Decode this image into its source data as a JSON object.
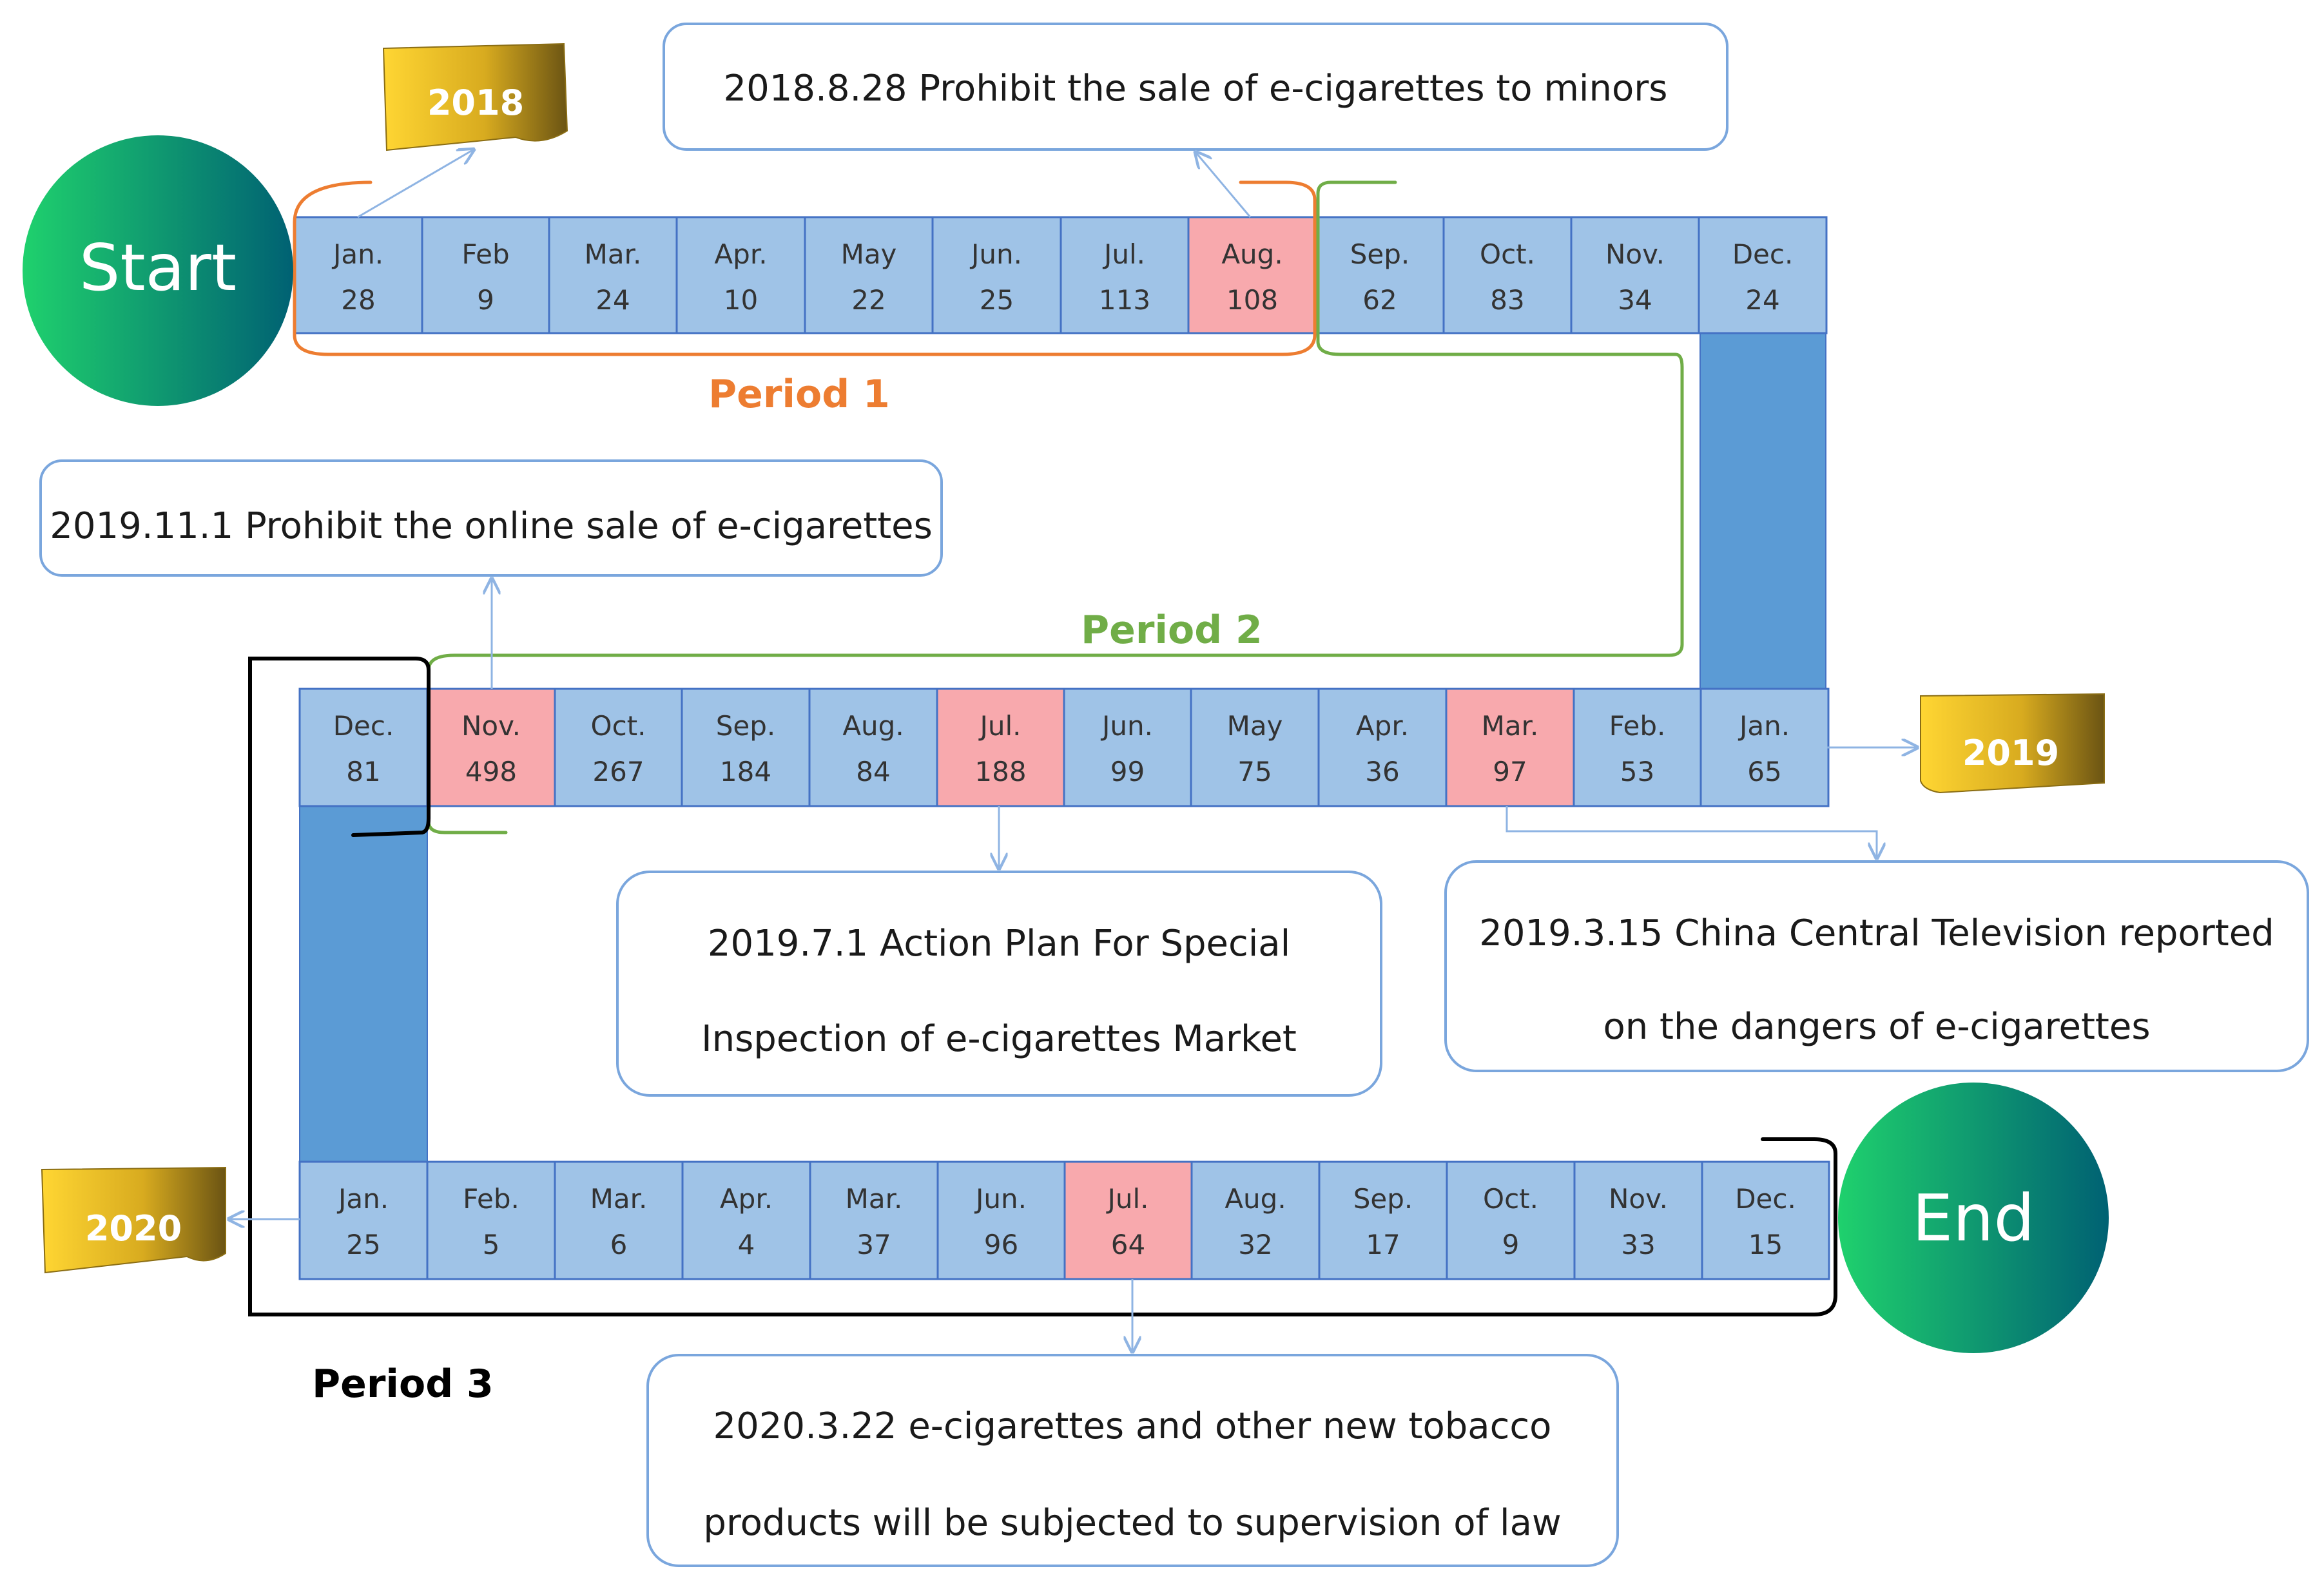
{
  "start_label": "Start",
  "end_label": "End",
  "years": {
    "y2018": "2018",
    "y2019": "2019",
    "y2020": "2020"
  },
  "periods": {
    "p1": "Period 1",
    "p2": "Period 2",
    "p3": "Period 3"
  },
  "colors": {
    "cell": "#9fc3e7",
    "cell_highlight": "#f8a9ad",
    "cell_border": "#4472c4",
    "connector": "#5b9bd5",
    "period1": "#ed7d31",
    "period2": "#70ad47",
    "period3": "#000000",
    "note_border": "#7aa6dd",
    "arrow": "#8fb4e3"
  },
  "notes": {
    "n2018": [
      "2018.8.28 Prohibit the sale of e-cigarettes to minors"
    ],
    "n2019_11": [
      "2019.11.1 Prohibit the online sale of e-cigarettes"
    ],
    "n2019_7": [
      "2019.7.1 Action Plan For Special",
      "Inspection of e-cigarettes Market"
    ],
    "n2019_3": [
      "2019.3.15 China Central Television reported",
      "on the dangers of e-cigarettes"
    ],
    "n2020": [
      "2020.3.22 e-cigarettes and other new tobacco",
      "products will be subjected to supervision of law"
    ]
  },
  "rows": [
    {
      "id": "row2018",
      "cells": [
        {
          "month": "Jan.",
          "value": "28"
        },
        {
          "month": "Feb",
          "value": "9"
        },
        {
          "month": "Mar.",
          "value": "24"
        },
        {
          "month": "Apr.",
          "value": "10"
        },
        {
          "month": "May",
          "value": "22"
        },
        {
          "month": "Jun.",
          "value": "25"
        },
        {
          "month": "Jul.",
          "value": "113"
        },
        {
          "month": "Aug.",
          "value": "108",
          "highlight": true
        },
        {
          "month": "Sep.",
          "value": "62"
        },
        {
          "month": "Oct.",
          "value": "83"
        },
        {
          "month": "Nov.",
          "value": "34"
        },
        {
          "month": "Dec.",
          "value": "24"
        }
      ]
    },
    {
      "id": "row2019",
      "cells": [
        {
          "month": "Dec.",
          "value": "81"
        },
        {
          "month": "Nov.",
          "value": "498",
          "highlight": true
        },
        {
          "month": "Oct.",
          "value": "267"
        },
        {
          "month": "Sep.",
          "value": "184"
        },
        {
          "month": "Aug.",
          "value": "84"
        },
        {
          "month": "Jul.",
          "value": "188",
          "highlight": true
        },
        {
          "month": "Jun.",
          "value": "99"
        },
        {
          "month": "May",
          "value": "75"
        },
        {
          "month": "Apr.",
          "value": "36"
        },
        {
          "month": "Mar.",
          "value": "97",
          "highlight": true
        },
        {
          "month": "Feb.",
          "value": "53"
        },
        {
          "month": "Jan.",
          "value": "65"
        }
      ]
    },
    {
      "id": "row2020",
      "cells": [
        {
          "month": "Jan.",
          "value": "25"
        },
        {
          "month": "Feb.",
          "value": "5"
        },
        {
          "month": "Mar.",
          "value": "6"
        },
        {
          "month": "Apr.",
          "value": "4"
        },
        {
          "month": "Mar.",
          "value": "37"
        },
        {
          "month": "Jun.",
          "value": "96"
        },
        {
          "month": "Jul.",
          "value": "64",
          "highlight": true
        },
        {
          "month": "Aug.",
          "value": "32"
        },
        {
          "month": "Sep.",
          "value": "17"
        },
        {
          "month": "Oct.",
          "value": "9"
        },
        {
          "month": "Nov.",
          "value": "33"
        },
        {
          "month": "Dec.",
          "value": "15"
        }
      ]
    }
  ]
}
